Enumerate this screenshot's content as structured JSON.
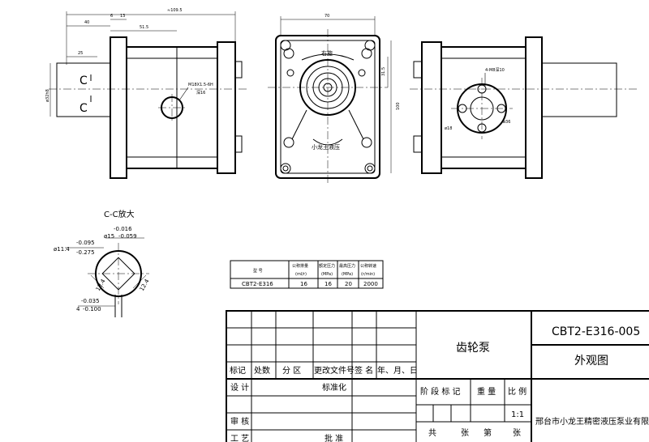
{
  "front_view": {
    "dim_total": "≈109.5",
    "dim_40": "40",
    "dim_51_5": "51.5",
    "dim_6": "6",
    "dim_13": "13",
    "dim_25": "25",
    "dim_shaft": "ø32h8",
    "section_mark_top": "C",
    "section_mark_bottom": "C",
    "port_thread": "M18X1.5-6H",
    "port_depth": "深16"
  },
  "flange_view": {
    "dim_width": "70",
    "dim_height": "100",
    "dim_offset": "31.5",
    "rotation_label": "右旋",
    "brand_label": "小龙王液压"
  },
  "rear_view": {
    "holes_label": "4-M8深10",
    "dim_18": "ø18",
    "dim_36": "ø36"
  },
  "section_cc": {
    "title": "C-C放大",
    "tol_upper_1": "-0.016",
    "dia_15": "ø15",
    "tol_lower_1": "-0.059",
    "dia_11_4": "ø11.4",
    "tol_upper_2": "-0.095",
    "tol_lower_2": "-0.275",
    "w_12_4_a": "12.4",
    "w_12_4_b": "12.4",
    "tol_upper_3": "-0.035",
    "key_4": "4",
    "tol_lower_3": "-0.100"
  },
  "spec_table": {
    "headers": [
      "型 号",
      "公称排量",
      "额定压力",
      "最高压力",
      "公称转速"
    ],
    "units": [
      "(ml/r)",
      "(MPa)",
      "(MPa)",
      "(r/min)"
    ],
    "row": [
      "CBT2-E316",
      "16",
      "16",
      "20",
      "2000"
    ]
  },
  "title_block": {
    "part_name": "齿轮泵",
    "drawing_no": "CBT2-E316-005",
    "view_name": "外观图",
    "rev_headers": [
      "标记",
      "处数",
      "分 区",
      "更改文件号",
      "签 名",
      "年、月、日"
    ],
    "design": "设 计",
    "standardize": "标准化",
    "review": "审 核",
    "process": "工 艺",
    "approve": "批 准",
    "stage_headers": [
      "阶 段 标 记",
      "重 量",
      "比 例"
    ],
    "scale": "1:1",
    "total": "共",
    "sheet_unit_a": "张",
    "sheet_no": "第",
    "sheet_unit_b": "张",
    "company": "邢台市小龙王精密液压泵业有限公司"
  }
}
